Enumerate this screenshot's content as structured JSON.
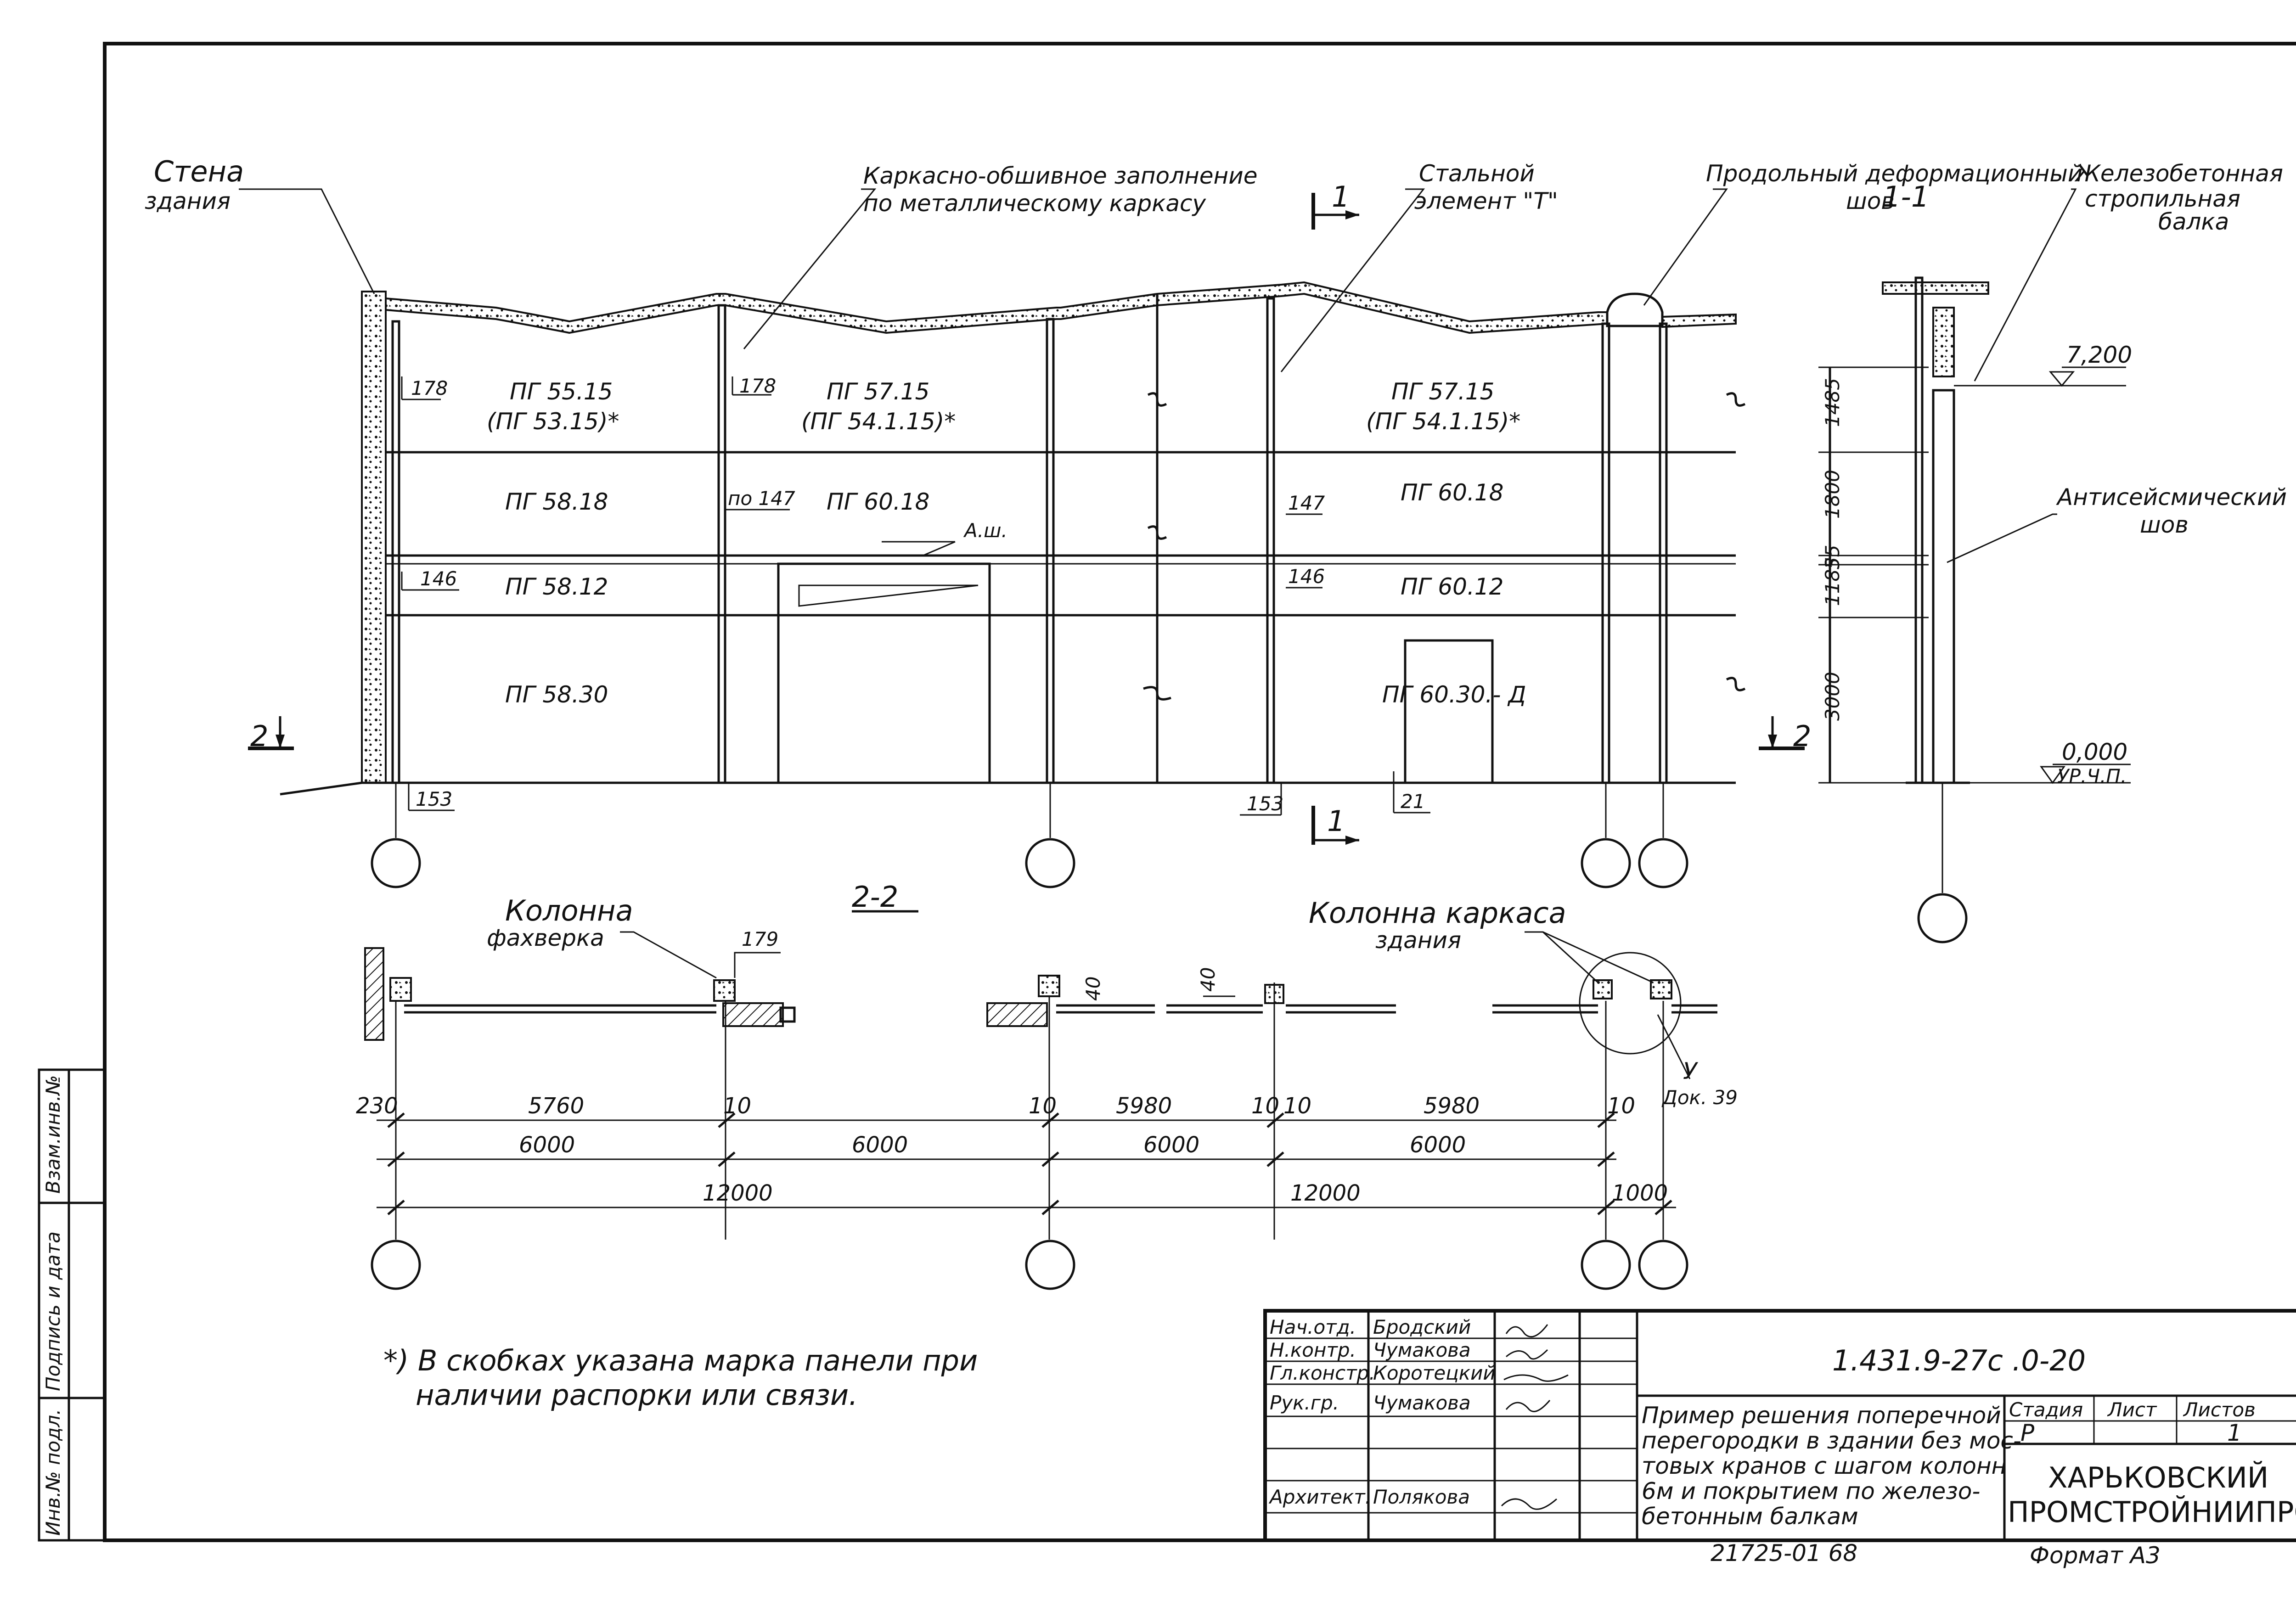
{
  "labels": {
    "wall": [
      "Стена",
      "здания"
    ],
    "infill": [
      "Каркасно-обшивное заполнение",
      "по металлическому каркасу"
    ],
    "steel_t": [
      "Стальной",
      "элемент \"Т\""
    ],
    "joint": [
      "Продольный деформационный",
      "шов"
    ],
    "beam": [
      "Железобетонная",
      "стропильная",
      "балка"
    ],
    "seismic": [
      "Антисейсмический",
      "шов"
    ],
    "ash": "А.ш."
  },
  "section_marks": {
    "one": "1",
    "two": "2",
    "one_one": "1-1",
    "two_two": "2-2"
  },
  "panels": {
    "p1_top": [
      "ПГ 55.15",
      "(ПГ 53.15)*"
    ],
    "p2_top": [
      "ПГ 57.15",
      "(ПГ 54.1.15)*"
    ],
    "p3_top": [
      "ПГ 57.15",
      "(ПГ 54.1.15)*"
    ],
    "p1_r2": "ПГ 58.18",
    "p2_r2": "ПГ 60.18",
    "p3_r2": "ПГ 60.18",
    "p1_r3": "ПГ 58.12",
    "p3_r3": "ПГ 60.12",
    "p1_r4": "ПГ 58.30",
    "p3_r4": "ПГ 60.30.- Д"
  },
  "nodes": {
    "n178a": "178",
    "n178b": "178",
    "n147a": "по 147",
    "n147b": "147",
    "n146a": "146",
    "n146b": "146",
    "n153a": "153",
    "n153b": "153",
    "n21": "21",
    "n179": "179",
    "y_doc": [
      "У",
      "Док. 39"
    ]
  },
  "section11": {
    "dims": [
      "1485",
      "1800",
      "35",
      "1185",
      "3000"
    ],
    "lvl_top": "7,200",
    "lvl_zero": "0,000",
    "lvl_zero_note": "УР.Ч.П."
  },
  "plan": {
    "column_fachwerk": [
      "Колонна",
      "фахверка"
    ],
    "column_frame": [
      "Колонна каркаса",
      "здания"
    ],
    "dim_40a": "40",
    "dim_40b": "40",
    "row1": [
      "230",
      "5760",
      "10",
      "10",
      "5980",
      "10",
      "10",
      "5980",
      "10"
    ],
    "row2": [
      "6000",
      "6000",
      "6000",
      "6000"
    ],
    "row3": [
      "12000",
      "12000",
      "1000"
    ]
  },
  "note": [
    "*) В скобках указана марка панели при",
    "наличии распорки или связи."
  ],
  "side_stamp": [
    "Инв.№ подл.",
    "Подпись и дата",
    "Взам.инв.№"
  ],
  "title_block": {
    "roles": [
      "Нач.отд.",
      "Н.контр.",
      "Гл.констр.",
      "Рук.гр.",
      "",
      "Архитект."
    ],
    "names": [
      "Бродский",
      "Чумакова",
      "Коротецкий",
      "Чумакова",
      "",
      "Полякова"
    ],
    "code": "1.431.9-27с .0-20",
    "title": [
      "Пример решения поперечной",
      "перегородки в здании без мос-",
      "товых кранов с шагом колонн",
      "6м и покрытием по железо-",
      "бетонным балкам"
    ],
    "stage_hdr": "Стадия",
    "sheet_hdr": "Лист",
    "sheets_hdr": "Листов",
    "stage": "Р",
    "sheets": "1",
    "org": [
      "ХАРЬКОВСКИЙ",
      "ПРОМСТРОЙНИИПРОЕКТ"
    ],
    "bottom_code": "21725-01   68",
    "format": "Формат А3"
  }
}
